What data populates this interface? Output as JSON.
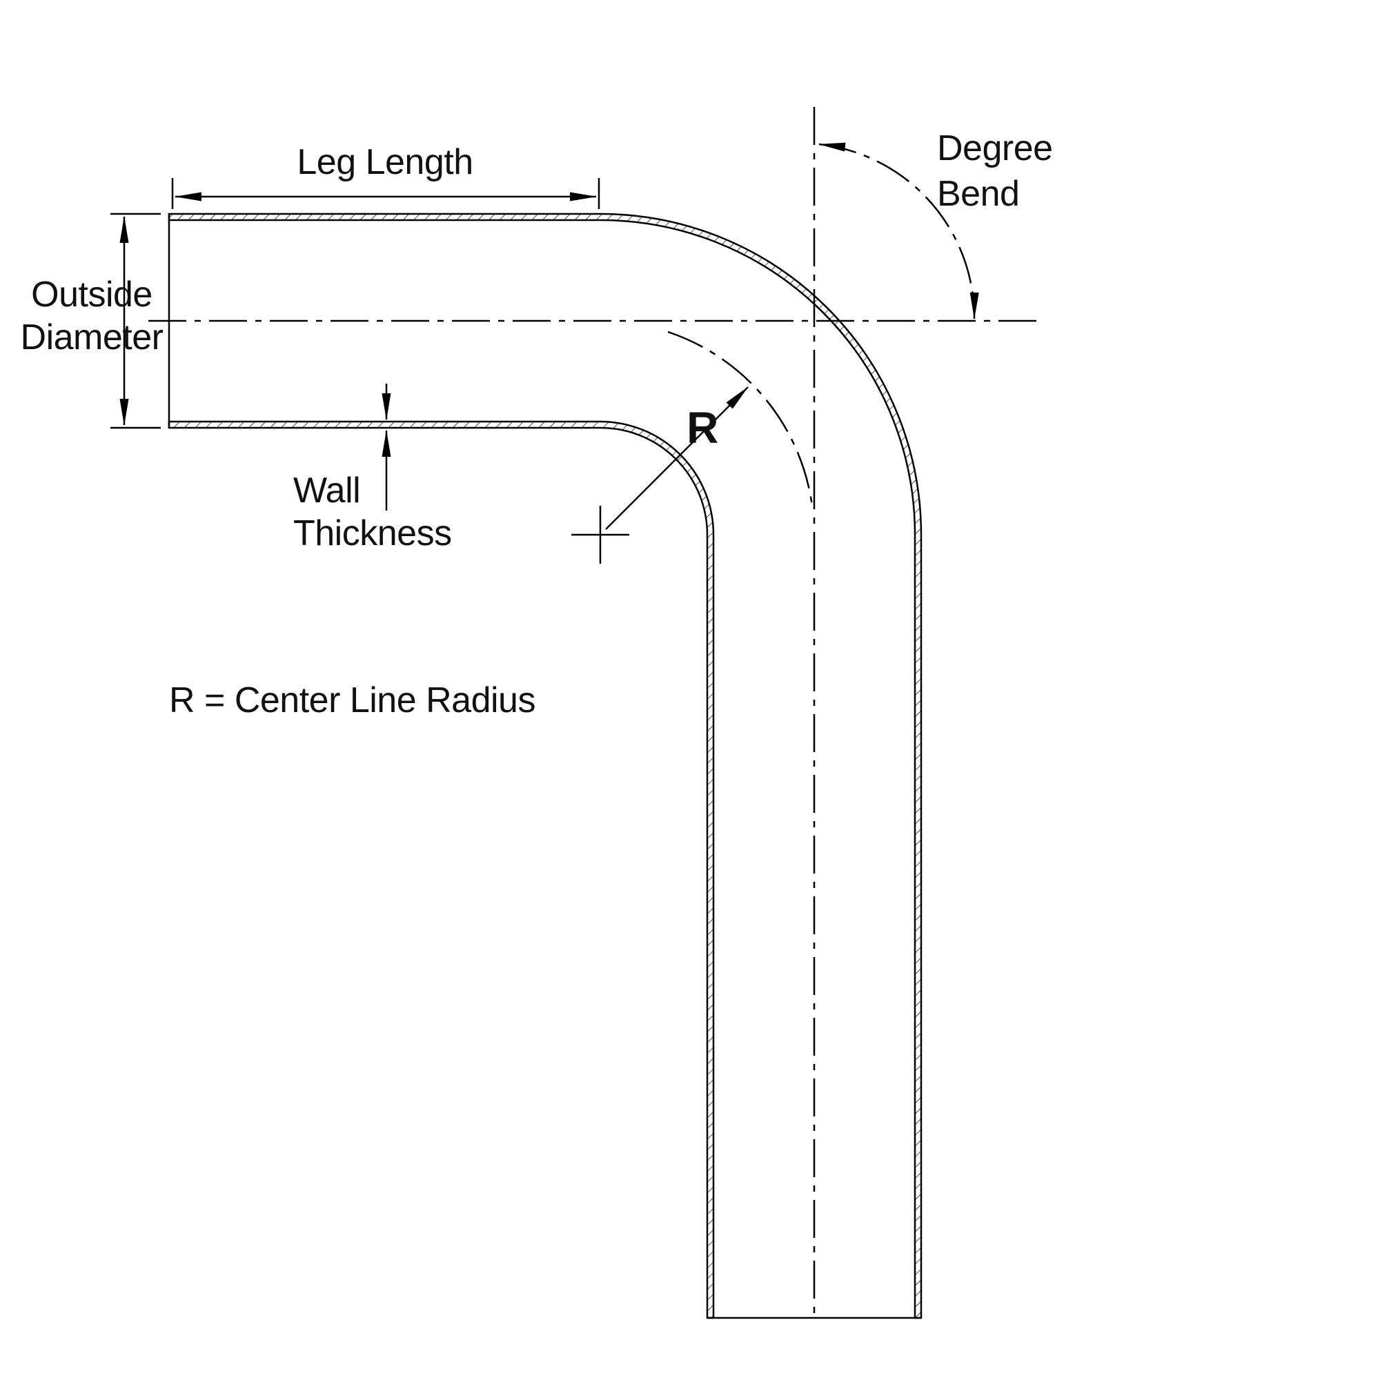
{
  "diagram": {
    "type": "technical-drawing",
    "subject": "90-degree mandrel tube bend dimension diagram",
    "labels": {
      "leg_length": "Leg Length",
      "outside_diameter_line1": "Outside",
      "outside_diameter_line2": "Diameter",
      "wall_thickness_line1": "Wall",
      "wall_thickness_line2": "Thickness",
      "degree_bend_line1": "Degree",
      "degree_bend_line2": "Bend",
      "radius_symbol": "R",
      "radius_legend": "R = Center Line Radius"
    },
    "colors": {
      "line": "#000000",
      "text": "#111111",
      "background": "#ffffff"
    }
  }
}
